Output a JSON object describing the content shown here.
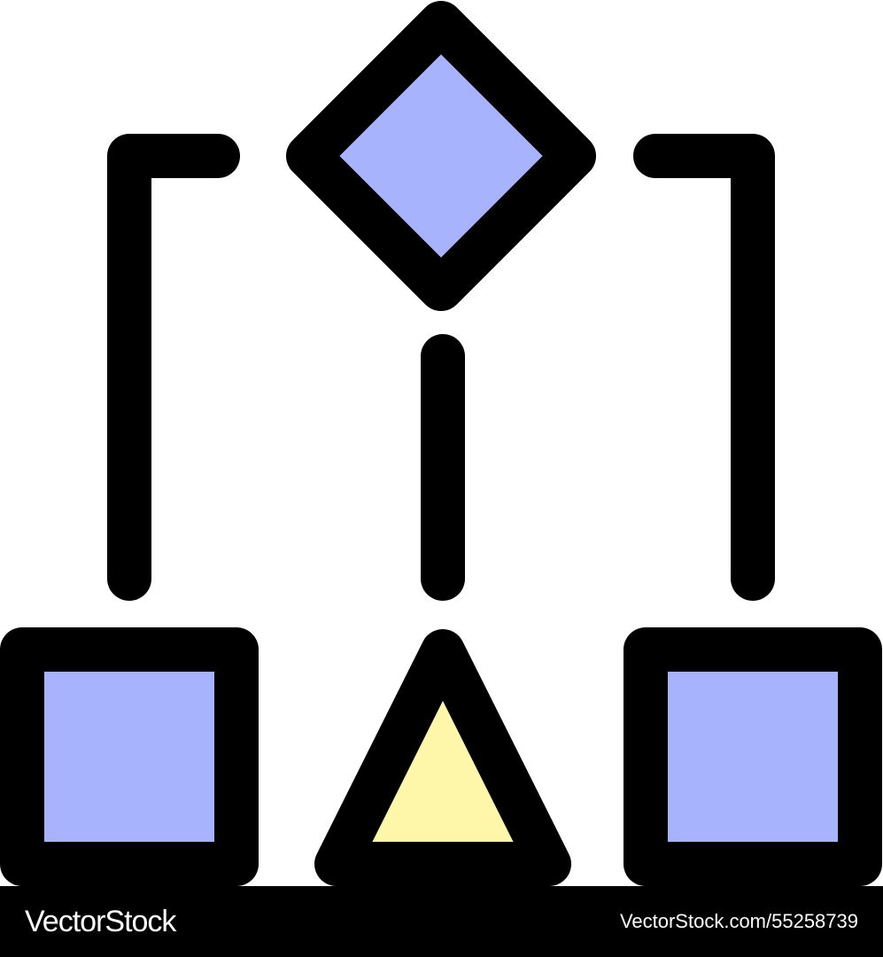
{
  "colors": {
    "outline": "#000000",
    "node_fill_blue": "#a8b3fd",
    "node_fill_yellow": "#fef7aa",
    "background": "#ffffff",
    "footer_bg": "#000000",
    "footer_text": "#ffffff"
  },
  "icon": {
    "name": "flowchart-icon",
    "nodes": [
      {
        "id": "decision",
        "shape": "diamond",
        "fill": "node_fill_blue"
      },
      {
        "id": "process-left",
        "shape": "square",
        "fill": "node_fill_blue"
      },
      {
        "id": "merge",
        "shape": "triangle",
        "fill": "node_fill_yellow"
      },
      {
        "id": "process-right",
        "shape": "square",
        "fill": "node_fill_blue"
      }
    ],
    "edges": [
      {
        "from": "decision",
        "to": "process-left"
      },
      {
        "from": "decision",
        "to": "merge"
      },
      {
        "from": "decision",
        "to": "process-right"
      }
    ]
  },
  "footer": {
    "brand": "VectorStock",
    "image_id": "VectorStock.com/55258739"
  }
}
